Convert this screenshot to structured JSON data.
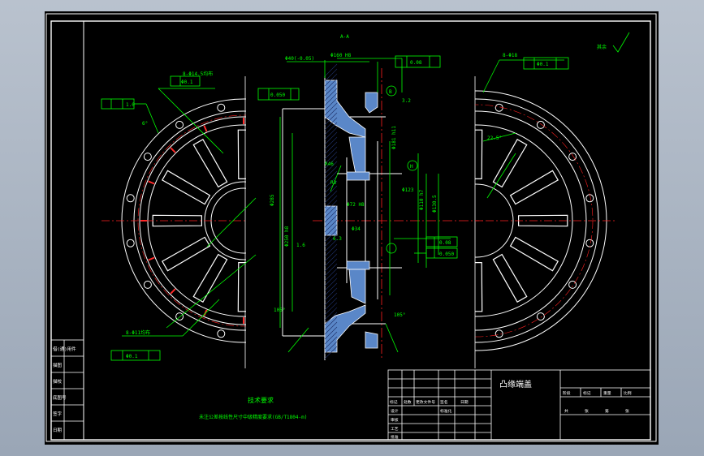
{
  "colors": {
    "background": "#000000",
    "outline": "#ffffff",
    "dimension": "#00ff00",
    "centerline": "#ff2020",
    "section": "#5a87c8",
    "title_text": "#ffffff"
  },
  "drawing": {
    "title": "凸缘端盖",
    "section_label": "A-A",
    "notes_title": "技术要求",
    "notes_text": "未注公差按线性尺寸中级精度要求(GB/T1804-m)",
    "roughness_note": "其余",
    "views": {
      "left": "front-view-left-half",
      "middle": "section-view",
      "right": "front-view-right-half"
    }
  },
  "dimensions": {
    "left_view": {
      "holes_top": "8-Φ14.5均布",
      "holes_bottom": "8-Φ11均布",
      "flatness_left": "1.0",
      "position_top": "Φ0.1",
      "position_bottom": "Φ0.1",
      "angle_callout": "6°"
    },
    "section": {
      "top_left": "Φ40(-0.05)",
      "top_mid": "Φ160 H8",
      "runout_top": "0.08",
      "runout_small": "0.050",
      "left_long": "Φ285",
      "left_mid": "Φ250 h8",
      "mid_dim": "Φ181 h11",
      "mid_dim2": "Φ123",
      "center_dim": "Φ72 H8",
      "center_dim2": "Φ34",
      "right_dim": "Φ110 h7",
      "right_dim2": "Φ130.5",
      "chamfer_top": "R46",
      "chamfer_note": "R3",
      "angle_bottom_left": "105°",
      "angle_bottom_right": "105°",
      "tol_block_1": "0.08",
      "tol_block_2": "0.050",
      "rough_1": "3.2",
      "rough_2": "1.6",
      "rough_3": "6.3",
      "datum": "B",
      "datum_h": "H"
    },
    "right_view": {
      "holes_top": "8-Φ18",
      "angle": "22.5°",
      "flatness": "Φ0.1"
    }
  },
  "left_panel": {
    "rows": [
      "借(通)用件",
      "描图",
      "描校",
      "底图号",
      "签字",
      "日期"
    ]
  },
  "title_block": {
    "headers": [
      "标记",
      "处数",
      "更改文件号",
      "签名",
      "日期"
    ],
    "rows": [
      "设计",
      "审核",
      "工艺",
      "批准"
    ],
    "standard_label": "标准化",
    "stage_headers": [
      "阶段",
      "标记",
      "重量",
      "比例"
    ],
    "sheet_info": [
      "共",
      "张",
      "第",
      "张"
    ],
    "material": "",
    "scale_label": "比例"
  }
}
